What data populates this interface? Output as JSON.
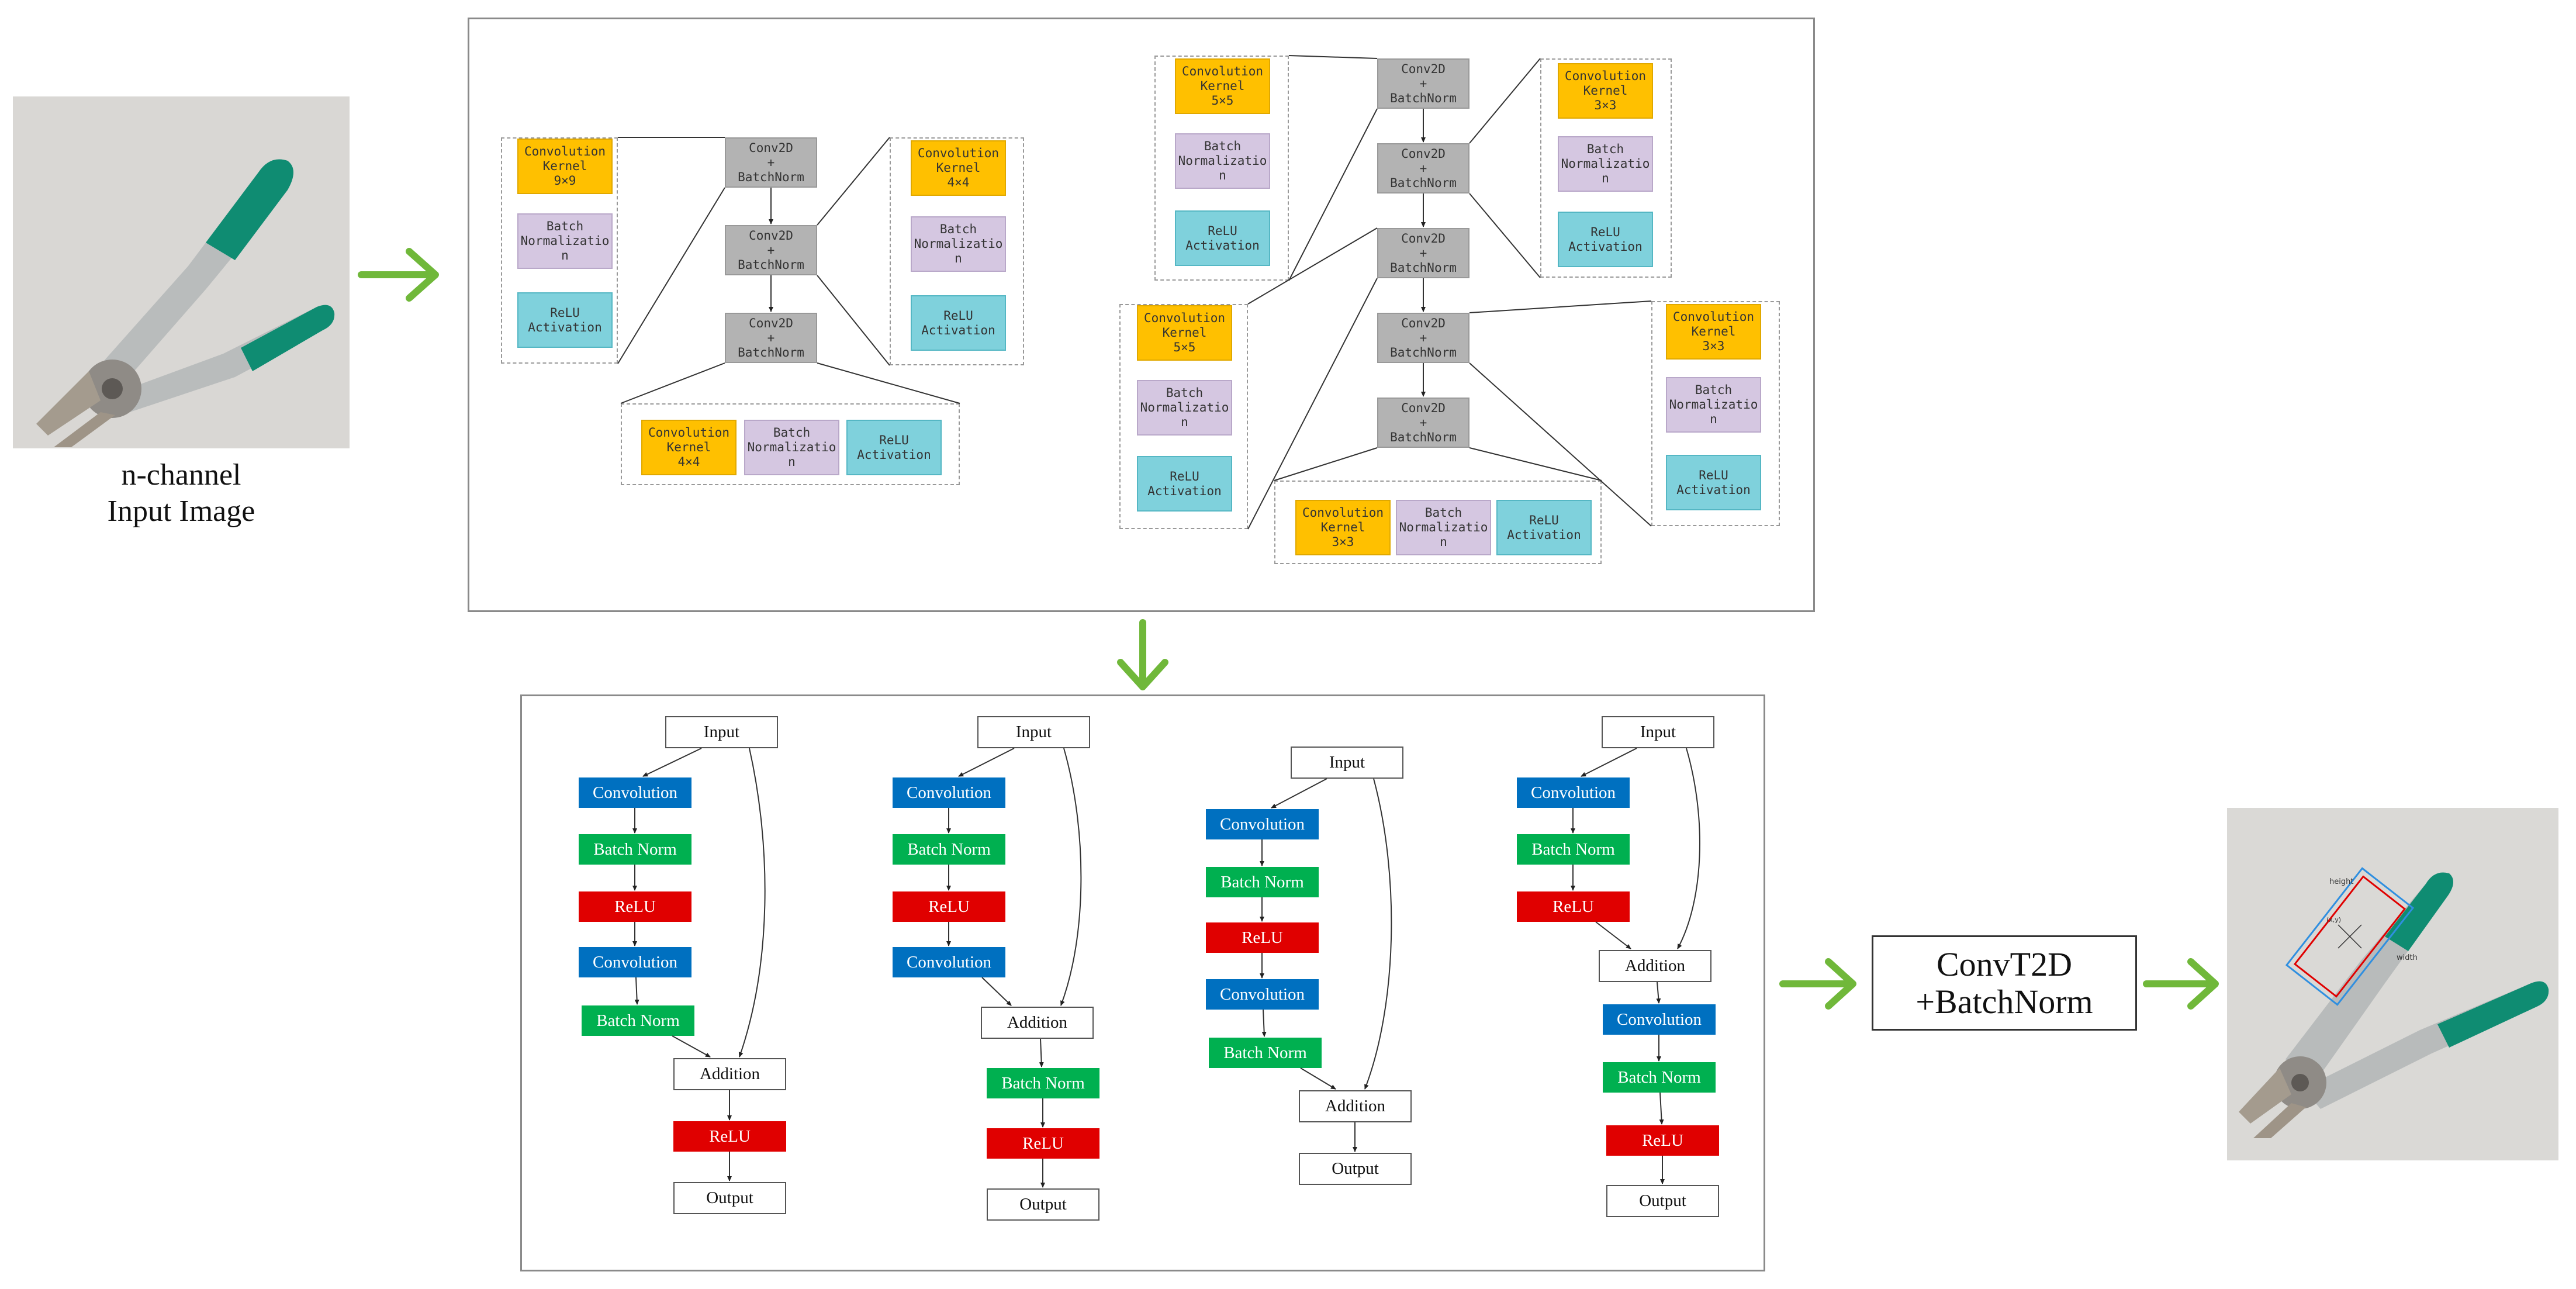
{
  "input": {
    "caption_line1": "n-channel",
    "caption_line2": "Input Image"
  },
  "colors": {
    "arrow": "#70b83a",
    "conv": "#0070c0",
    "bn": "#00b050",
    "relu": "#e00000",
    "kernel": "#ffc000",
    "batchnorm_block": "#d5c7e1",
    "relu_block": "#7fd1dc",
    "conv2d_block": "#b3b3b3"
  },
  "encoder_a": {
    "block1": "Conv2D\n+\nBatchNorm",
    "block2": "Conv2D\n+\nBatchNorm",
    "block3": "Conv2D\n+\nBatchNorm",
    "detail1": {
      "kernel": "Convolution\nKernel\n9×9",
      "bn": "Batch\nNormalizatio\nn",
      "relu": "ReLU\nActivation"
    },
    "detail2": {
      "kernel": "Convolution\nKernel\n4×4",
      "bn": "Batch\nNormalizatio\nn",
      "relu": "ReLU\nActivation"
    },
    "detail3": {
      "kernel": "Convolution\nKernel\n4×4",
      "bn": "Batch\nNormalizatio\nn",
      "relu": "ReLU\nActivation"
    }
  },
  "encoder_b": {
    "block1": "Conv2D\n+\nBatchNorm",
    "block2": "Conv2D\n+\nBatchNorm",
    "block3": "Conv2D\n+\nBatchNorm",
    "block4": "Conv2D\n+\nBatchNorm",
    "block5": "Conv2D\n+\nBatchNorm",
    "detail1": {
      "kernel": "Convolution\nKernel\n5×5",
      "bn": "Batch\nNormalizatio\nn",
      "relu": "ReLU\nActivation"
    },
    "detail2": {
      "kernel": "Convolution\nKernel\n3×3",
      "bn": "Batch\nNormalizatio\nn",
      "relu": "ReLU\nActivation"
    },
    "detail3": {
      "kernel": "Convolution\nKernel\n5×5",
      "bn": "Batch\nNormalizatio\nn",
      "relu": "ReLU\nActivation"
    },
    "detail4": {
      "kernel": "Convolution\nKernel\n3×3",
      "bn": "Batch\nNormalizatio\nn",
      "relu": "ReLU\nActivation"
    },
    "detail5": {
      "kernel": "Convolution\nKernel\n3×3",
      "bn": "Batch\nNormalizatio\nn",
      "relu": "ReLU\nActivation"
    }
  },
  "residual": {
    "input": "Input",
    "convolution": "Convolution",
    "batch_norm": "Batch Norm",
    "relu": "ReLU",
    "addition": "Addition",
    "output": "Output"
  },
  "decoder": {
    "line1": "ConvT2D",
    "line2": "+BatchNorm"
  },
  "output_image": {
    "label_height": "height",
    "label_width": "width",
    "label_center": "(x,y)"
  }
}
